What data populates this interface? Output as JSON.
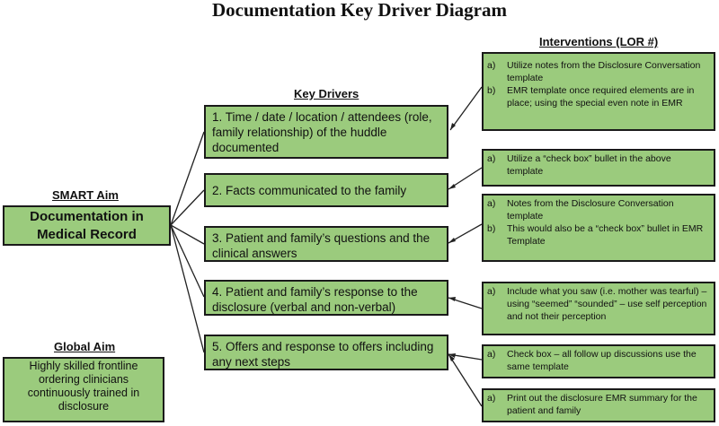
{
  "title": "Documentation Key Driver Diagram",
  "headers": {
    "smart_aim": "SMART Aim",
    "key_drivers": "Key Drivers",
    "interventions": "Interventions (LOR #)",
    "global_aim": "Global Aim"
  },
  "smart_aim": "Documentation in Medical Record",
  "global_aim": "Highly skilled frontline ordering clinicians continuously trained in disclosure",
  "drivers": [
    "1. Time / date / location / attendees (role, family relationship) of the huddle documented",
    "2. Facts communicated to the family",
    "3. Patient and family’s questions and the clinical answers",
    "4. Patient and family’s response to the disclosure (verbal and non-verbal)",
    "5.  Offers and response to offers including any next steps"
  ],
  "interventions": [
    [
      {
        "label": "a)",
        "text": "Utilize notes from the Disclosure Conversation template"
      },
      {
        "label": "b)",
        "text": "EMR template once required elements are in place; using the special even note in EMR"
      }
    ],
    [
      {
        "label": "a)",
        "text": "Utilize a “check box” bullet in the above template"
      }
    ],
    [
      {
        "label": "a)",
        "text": "Notes from the Disclosure Conversation template"
      },
      {
        "label": "b)",
        "text": "This would also be a “check box” bullet in EMR Template"
      }
    ],
    [
      {
        "label": "a)",
        "text": "Include what you saw (i.e. mother was tearful) – using “seemed” “sounded” – use self perception and not their perception"
      }
    ],
    [
      {
        "label": "a)",
        "text": "Check box – all follow up discussions use the same template"
      }
    ],
    [
      {
        "label": "a)",
        "text": "Print out the disclosure EMR summary for the patient and family"
      }
    ]
  ],
  "colors": {
    "box_fill": "#9bcb7d",
    "border": "#1a1a1a",
    "line": "#222222"
  }
}
